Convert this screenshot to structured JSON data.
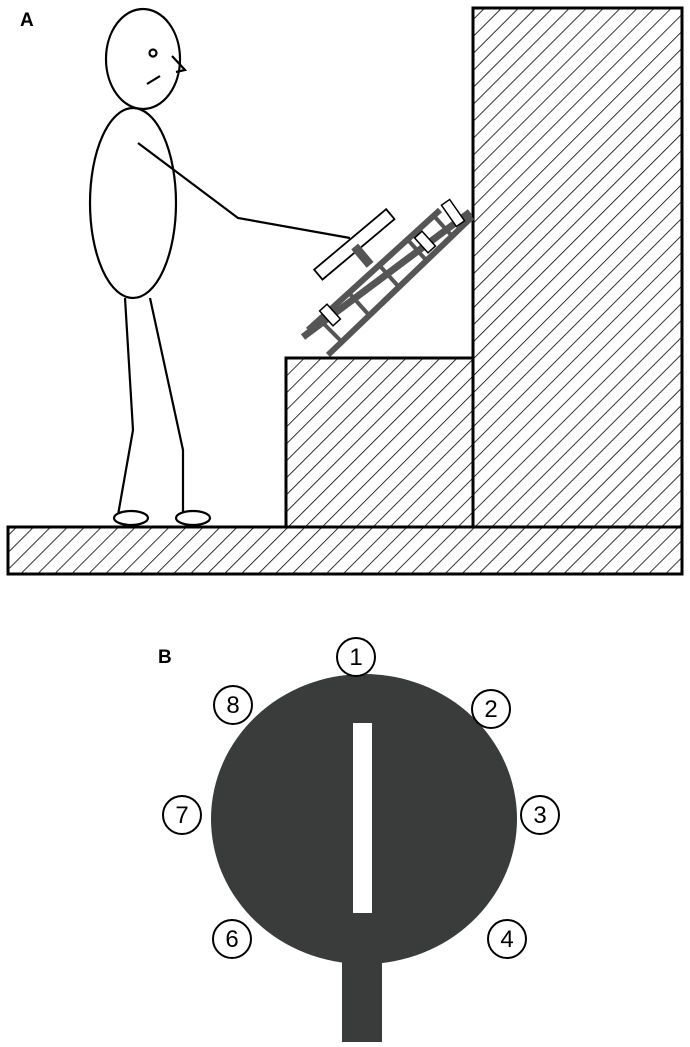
{
  "panels": {
    "a": {
      "label": "A"
    },
    "b": {
      "label": "B"
    }
  },
  "dial": {
    "positions": [
      "1",
      "2",
      "3",
      "4",
      "6",
      "7",
      "8"
    ]
  },
  "colors": {
    "line": "#000000",
    "dial_fill": "#3a3b3b",
    "device": "#555555",
    "background": "#ffffff"
  }
}
